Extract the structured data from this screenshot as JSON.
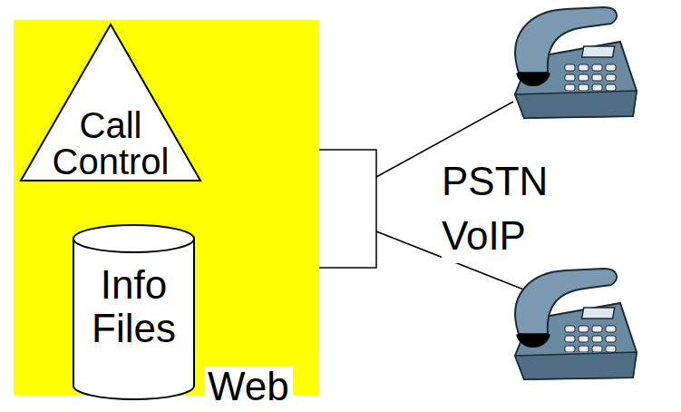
{
  "diagram": {
    "nodes": [
      {
        "text": [
          "Web"
        ]
      },
      {
        "text": [
          "Call Control"
        ],
        "in": 0
      },
      {
        "text": [
          "Info Files"
        ],
        "in": 0
      }
    ],
    "edges": [
      {
        "from": 2,
        "to": 1,
        "arrow": "to"
      }
    ],
    "labels": [
      "PSTN VoIP"
    ]
  }
}
